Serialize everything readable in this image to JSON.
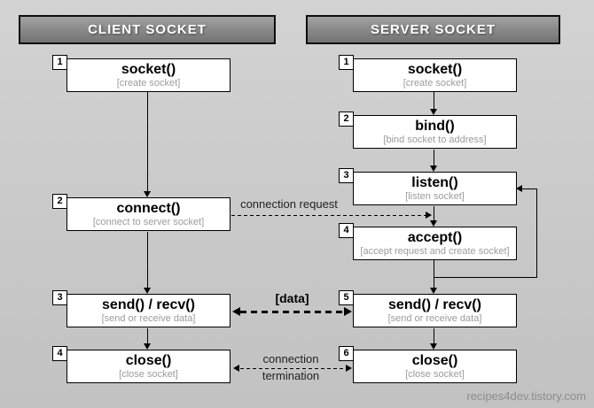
{
  "client": {
    "header": "CLIENT SOCKET",
    "steps": [
      {
        "num": "1",
        "title": "socket()",
        "subtitle": "[create socket]"
      },
      {
        "num": "2",
        "title": "connect()",
        "subtitle": "[connect to server socket]"
      },
      {
        "num": "3",
        "title": "send() / recv()",
        "subtitle": "[send or receive data]"
      },
      {
        "num": "4",
        "title": "close()",
        "subtitle": "[close socket]"
      }
    ]
  },
  "server": {
    "header": "SERVER SOCKET",
    "steps": [
      {
        "num": "1",
        "title": "socket()",
        "subtitle": "[create socket]"
      },
      {
        "num": "2",
        "title": "bind()",
        "subtitle": "[bind socket to address]"
      },
      {
        "num": "3",
        "title": "listen()",
        "subtitle": "[listen socket]"
      },
      {
        "num": "4",
        "title": "accept()",
        "subtitle": "[accept request and create socket]"
      },
      {
        "num": "5",
        "title": "send() / recv()",
        "subtitle": "[send or receive data]"
      },
      {
        "num": "6",
        "title": "close()",
        "subtitle": "[close socket]"
      }
    ]
  },
  "labels": {
    "connection_request": "connection request",
    "data": "[data]",
    "termination_line1": "connection",
    "termination_line2": "termination"
  },
  "watermark": "recipes4dev.tistory.com",
  "colors": {
    "background": "#c9c9c9",
    "header_gradient_top": "#a3a3a3",
    "header_gradient_bottom": "#737373",
    "header_text": "#ffffff",
    "box_background": "#ffffff",
    "box_border": "#000000",
    "subtitle_gray": "#9b9b9b",
    "watermark_gray": "#8d8d8d"
  }
}
